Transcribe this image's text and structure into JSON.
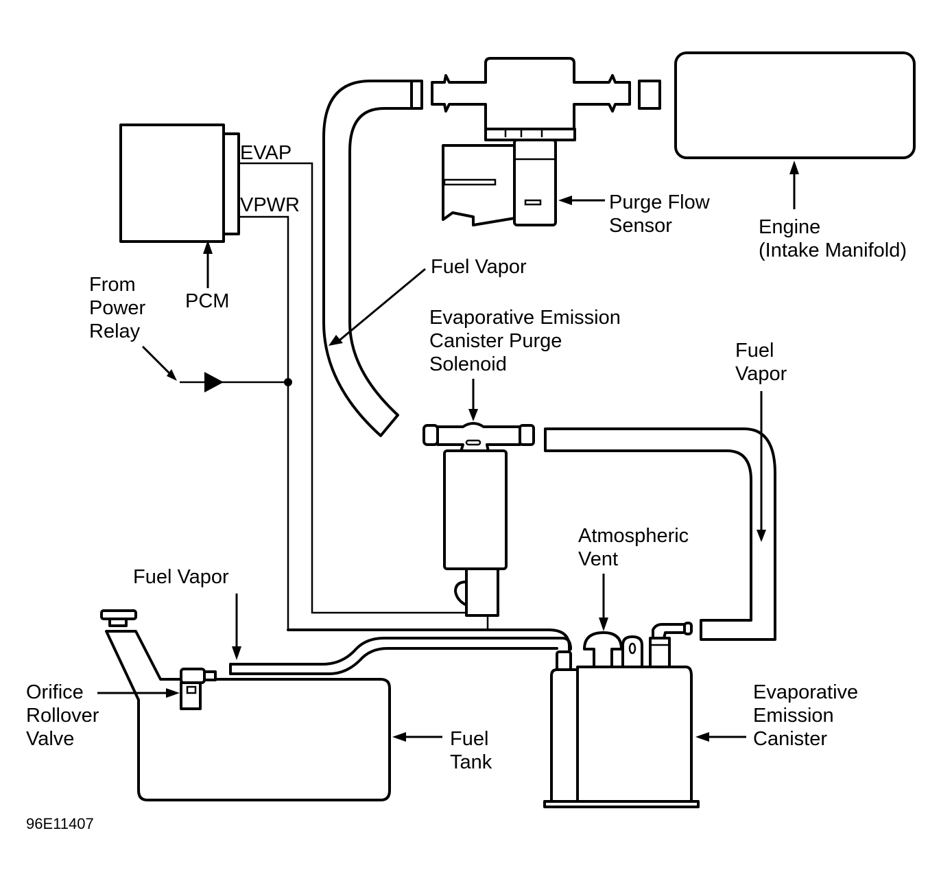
{
  "diagram": {
    "figure_id": "96E11407",
    "components": [
      {
        "id": "pcm",
        "label": "PCM"
      },
      {
        "id": "purge-flow-sensor",
        "label_lines": [
          "Purge Flow",
          "Sensor"
        ]
      },
      {
        "id": "engine",
        "label_lines": [
          "Engine",
          "(Intake Manifold)"
        ]
      },
      {
        "id": "purge-solenoid",
        "label_lines": [
          "Evaporative Emission",
          "Canister Purge",
          "Solenoid"
        ]
      },
      {
        "id": "canister",
        "label_lines": [
          "Evaporative",
          "Emission",
          "Canister"
        ]
      },
      {
        "id": "fuel-tank",
        "label_lines": [
          "Fuel",
          "Tank"
        ]
      },
      {
        "id": "rollover-valve",
        "label_lines": [
          "Orifice",
          "Rollover",
          "Valve"
        ]
      },
      {
        "id": "atmospheric-vent",
        "label_lines": [
          "Atmospheric",
          "Vent"
        ]
      }
    ],
    "wires": {
      "evap": "EVAP",
      "vpwr": "VPWR"
    },
    "power_source": {
      "label_lines": [
        "From",
        "Power",
        "Relay"
      ]
    },
    "flow_labels": {
      "fuel_vapor_top": "Fuel Vapor",
      "fuel_vapor_right": [
        "Fuel",
        "Vapor"
      ],
      "fuel_vapor_tank": "Fuel Vapor"
    }
  }
}
